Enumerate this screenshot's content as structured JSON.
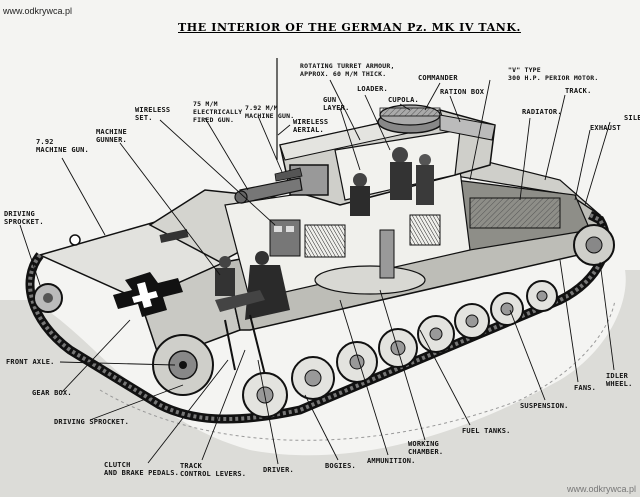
{
  "watermark_top": "www.odkrywca.pl",
  "watermark_bottom": "www.odkrywca.pl",
  "title": "THE INTERIOR OF THE GERMAN Pz. MK IV TANK.",
  "labels": {
    "turret_armour": "ROTATING TURRET ARMOUR,\nAPPROX. 60 m/m THICK.",
    "commander": "COMMANDER",
    "v_type": "\"V\" TYPE\n300 H.P. PERIOR MOTOR.",
    "loader": "LOADER.",
    "gun_layer": "GUN\nLAYER.",
    "cupola": "CUPOLA.",
    "ration_box": "RATION BOX",
    "track_top": "TRACK.",
    "exhaust": "EXHAUST",
    "silencer": "SILE",
    "wireless_set": "WIRELESS\nSET.",
    "gun_75": "75 m/m\nELECTRICALLY\nFIRED GUN.",
    "mg_792_top": "7.92 m/m\nMACHINE GUN.",
    "wireless_aerial": "WIRELESS\nAERIAL.",
    "radiator": "RADIATOR.",
    "mg_792_left": "7.92\nMACHINE GUN.",
    "machine_gunner": "MACHINE\nGUNNER.",
    "driving_sprocket_left": "DRIVING\nSPROCKET.",
    "front_axle": "FRONT AXLE.",
    "gear_box": "GEAR BOX.",
    "driving_sprocket_bottom": "DRIVING SPROCKET.",
    "clutch": "CLUTCH\nAND BRAKE PEDALS.",
    "track_control": "TRACK\nCONTROL LEVERS.",
    "driver": "DRIVER.",
    "bogies": "BOGIES.",
    "ammunition": "AMMUNITION.",
    "working_chamber": "WORKING\nCHAMBER.",
    "fuel_tanks": "FUEL TANKS.",
    "suspension": "SUSPENSION.",
    "fans": "FANS.",
    "idler_wheel": "IDLER\nWHEEL."
  }
}
